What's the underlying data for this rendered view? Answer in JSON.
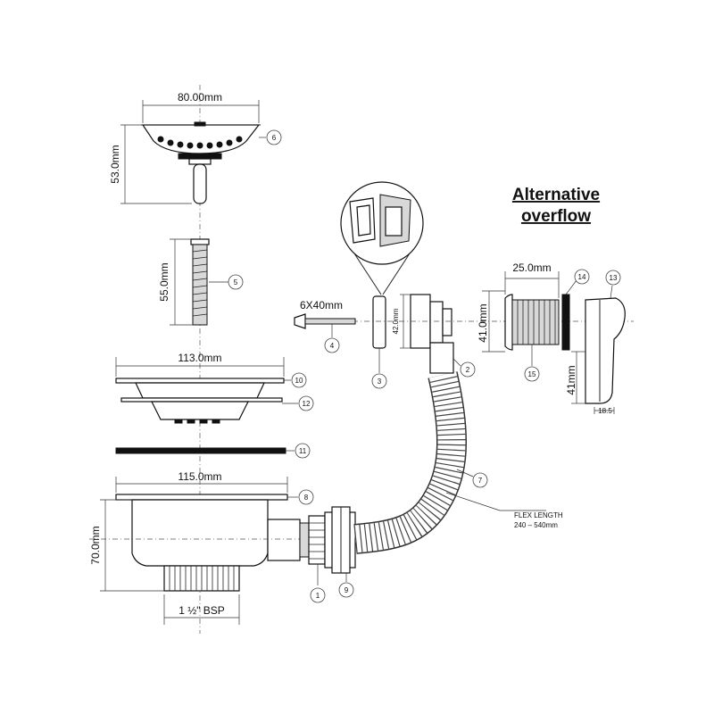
{
  "title": {
    "line1": "Alternative",
    "line2": "overflow"
  },
  "dimensions": {
    "strainer_width": "80.00mm",
    "strainer_height": "53.0mm",
    "bolt_length": "55.0mm",
    "flange_width": "113.0mm",
    "body_width": "115.0mm",
    "body_height": "70.0mm",
    "thread_size": "1 ½\" BSP",
    "screw_size": "6X40mm",
    "overflow_height": "42.0mm",
    "overflow_alt_length": "25.0mm",
    "overflow_alt_height": "41.0mm",
    "cover_height": "41mm",
    "cover_depth": "18.5"
  },
  "flex": {
    "line1": "FLEX LENGTH",
    "line2": "240 – 540mm"
  },
  "part_numbers": [
    "1",
    "2",
    "3",
    "4",
    "5",
    "6",
    "7",
    "8",
    "9",
    "10",
    "11",
    "12",
    "13",
    "14",
    "15"
  ]
}
